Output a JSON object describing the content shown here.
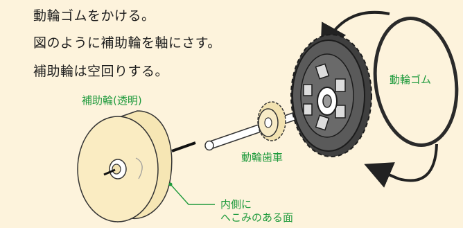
{
  "instructions": [
    "動輪ゴムをかける。",
    "図のように補助輪を軸にさす。",
    "補助輪は空回りする。"
  ],
  "labels": {
    "auxiliary_wheel": "補助輪(透明)",
    "drive_gear": "動輪歯車",
    "rubber_band": "動輪ゴム",
    "inner_face_line1": "内側に",
    "inner_face_line2": "へこみのある面"
  },
  "colors": {
    "background": "#fdf3dc",
    "label_green": "#1e9a3c",
    "text": "#1e1e1e",
    "wheel_fill": "#f6e6b4",
    "gear_fill": "#5a5a5a"
  },
  "icons": [
    "curved-arrow-icon",
    "curved-arrow-icon"
  ]
}
